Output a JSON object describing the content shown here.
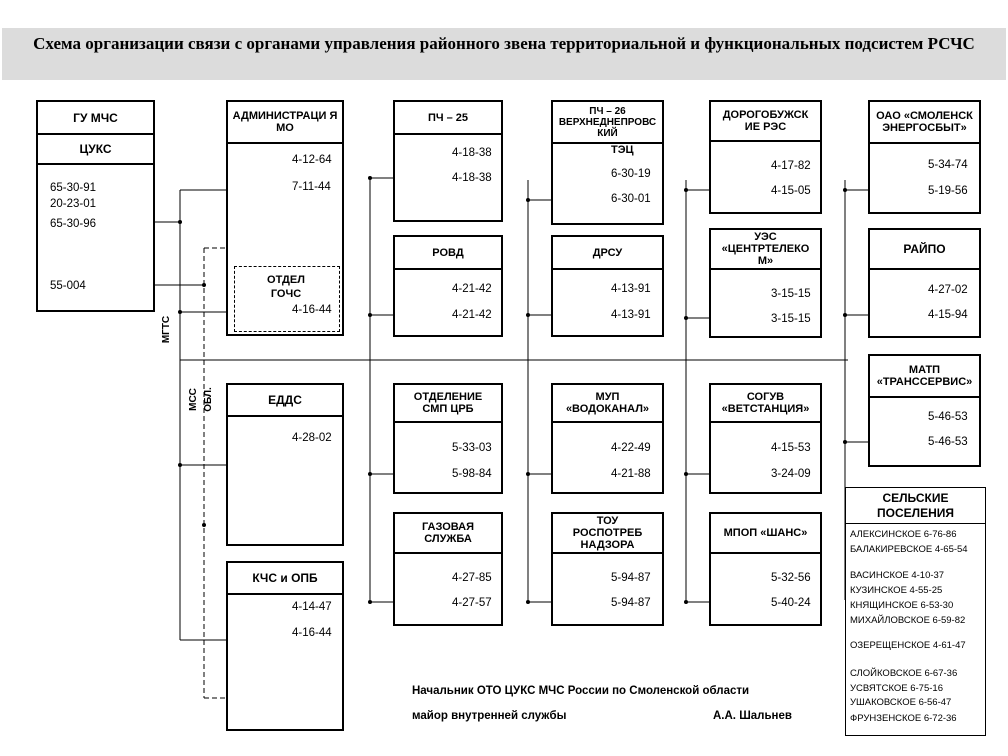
{
  "title": "Схема организации связи с органами управления районного звена территориальной и функциональных подсистем РСЧС",
  "gu": {
    "header": "ГУ МЧС",
    "sub": "ЦУКС",
    "numbers": [
      "65-30-91",
      "20-23-01",
      "65-30-96",
      "55-004"
    ]
  },
  "admin": {
    "header": "АДМИНИСТРАЦИ Я МО",
    "numbers": [
      "4-12-64",
      "7-11-44",
      "4-16-44"
    ],
    "inner_label": "ОТДЕЛ ГОЧС"
  },
  "edds": {
    "header": "ЕДДС",
    "numbers": [
      "4-28-02"
    ]
  },
  "kchs": {
    "header": "КЧС и ОПБ",
    "numbers": [
      "4-14-47",
      "4-16-44"
    ]
  },
  "line_labels": {
    "mgts": "МГТС",
    "mss": "МСС",
    "obl": "ОБЛ."
  },
  "units": [
    {
      "id": "pch25",
      "header": "ПЧ – 25",
      "numbers": [
        "4-18-38",
        "4-18-38"
      ]
    },
    {
      "id": "rovd",
      "header": "РОВД",
      "numbers": [
        "4-21-42",
        "4-21-42"
      ]
    },
    {
      "id": "smp",
      "header": "ОТДЕЛЕНИЕ СМП ЦРБ",
      "numbers": [
        "5-33-03",
        "5-98-84"
      ]
    },
    {
      "id": "gaz",
      "header": "ГАЗОВАЯ СЛУЖБА",
      "numbers": [
        "4-27-85",
        "4-27-57"
      ]
    },
    {
      "id": "pch26",
      "header": "ПЧ – 26 ВЕРХНЕДНЕПРОВС КИЙ",
      "sub": "ТЭЦ",
      "numbers": [
        "6-30-19",
        "6-30-01"
      ]
    },
    {
      "id": "drsu",
      "header": "ДРСУ",
      "numbers": [
        "4-13-91",
        "4-13-91"
      ]
    },
    {
      "id": "vodokanal",
      "header": "МУП «ВОДОКАНАЛ»",
      "numbers": [
        "4-22-49",
        "4-21-88"
      ]
    },
    {
      "id": "rospotreb",
      "header": "ТОУ РОСПОТРЕБ НАДЗОРА",
      "numbers": [
        "5-94-87",
        "5-94-87"
      ]
    },
    {
      "id": "dorog",
      "header": "ДОРОГОБУЖСК ИЕ РЭС",
      "numbers": [
        "4-17-82",
        "4-15-05"
      ]
    },
    {
      "id": "ues",
      "header": "УЭС «ЦЕНТРТЕЛЕКО М»",
      "numbers": [
        "3-15-15",
        "3-15-15"
      ]
    },
    {
      "id": "sogub",
      "header": "СОГУВ «ВЕТСТАНЦИЯ»",
      "numbers": [
        "4-15-53",
        "3-24-09"
      ]
    },
    {
      "id": "shans",
      "header": "МПОП «ШАНС»",
      "numbers": [
        "5-32-56",
        "5-40-24"
      ]
    },
    {
      "id": "energ",
      "header": "ОАО «СМОЛЕНСК ЭНЕРГОСБЫТ»",
      "numbers": [
        "5-34-74",
        "5-19-56"
      ]
    },
    {
      "id": "raipo",
      "header": "РАЙПО",
      "numbers": [
        "4-27-02",
        "4-15-94"
      ]
    },
    {
      "id": "matp",
      "header": "МАТП «ТРАНССЕРВИС»",
      "numbers": [
        "5-46-53",
        "5-46-53"
      ]
    }
  ],
  "rural": {
    "title": "СЕЛЬСКИЕ ПОСЕЛЕНИЯ",
    "items": [
      "АЛЕКСИНСКОЕ 6-76-86",
      "БАЛАКИРЕВСКОЕ 4-65-54",
      "ВАСИНСКОЕ 4-10-37",
      "КУЗИНСКОЕ 4-55-25",
      "КНЯЩИНСКОЕ 6-53-30",
      "МИХАЙЛОВСКОЕ 6-59-82",
      "ОЗЕРЕЩЕНСКОЕ 4-61-47",
      "СЛОЙКОВСКОЕ 6-67-36",
      "УСВЯТСКОЕ 6-75-16",
      "УШАКОВСКОЕ 6-56-47",
      "ФРУНЗЕНСКОЕ 6-72-36"
    ]
  },
  "footer": {
    "line1": "Начальник ОТО ЦУКС МЧС России по Смоленской области",
    "line2": "майор внутренней службы",
    "name": "А.А. Шальнев"
  }
}
